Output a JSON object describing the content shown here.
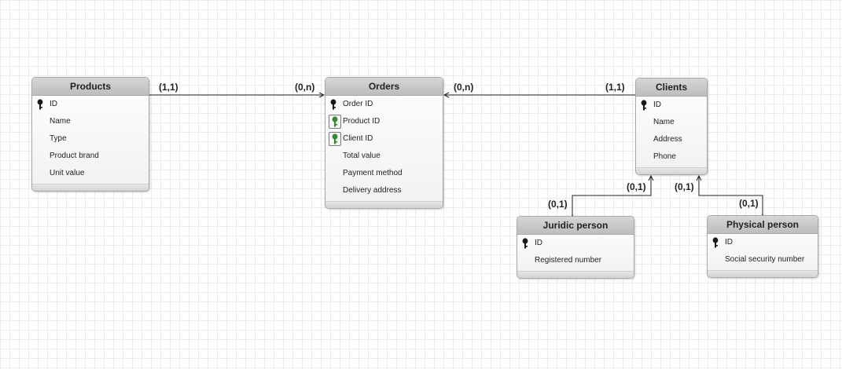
{
  "entities": {
    "products": {
      "title": "Products",
      "fields": [
        {
          "label": "ID",
          "key": "pk"
        },
        {
          "label": "Name",
          "key": ""
        },
        {
          "label": "Type",
          "key": ""
        },
        {
          "label": "Product brand",
          "key": ""
        },
        {
          "label": "Unit value",
          "key": ""
        }
      ]
    },
    "orders": {
      "title": "Orders",
      "fields": [
        {
          "label": "Order ID",
          "key": "pk"
        },
        {
          "label": "Product ID",
          "key": "fk"
        },
        {
          "label": "Client ID",
          "key": "fk"
        },
        {
          "label": "Total value",
          "key": ""
        },
        {
          "label": "Payment method",
          "key": ""
        },
        {
          "label": "Delivery address",
          "key": ""
        }
      ]
    },
    "clients": {
      "title": "Clients",
      "fields": [
        {
          "label": "ID",
          "key": "pk"
        },
        {
          "label": "Name",
          "key": ""
        },
        {
          "label": "Address",
          "key": ""
        },
        {
          "label": "Phone",
          "key": ""
        }
      ]
    },
    "juridic": {
      "title": "Juridic person",
      "fields": [
        {
          "label": "ID",
          "key": "pk"
        },
        {
          "label": "Registered number",
          "key": ""
        }
      ]
    },
    "physical": {
      "title": "Physical person",
      "fields": [
        {
          "label": "ID",
          "key": "pk"
        },
        {
          "label": "Social security number",
          "key": ""
        }
      ]
    }
  },
  "cardinalities": {
    "products_orders_left": "(1,1)",
    "products_orders_right": "(0,n)",
    "orders_clients_left": "(0,n)",
    "orders_clients_right": "(1,1)",
    "clients_juridic_top": "(0,1)",
    "clients_juridic_bottom": "(0,1)",
    "clients_physical_top": "(0,1)",
    "clients_physical_bottom": "(0,1)"
  },
  "colors": {
    "pk_key": "#1a1a1a",
    "fk_key": "#2e8b2e",
    "line": "#222222"
  }
}
